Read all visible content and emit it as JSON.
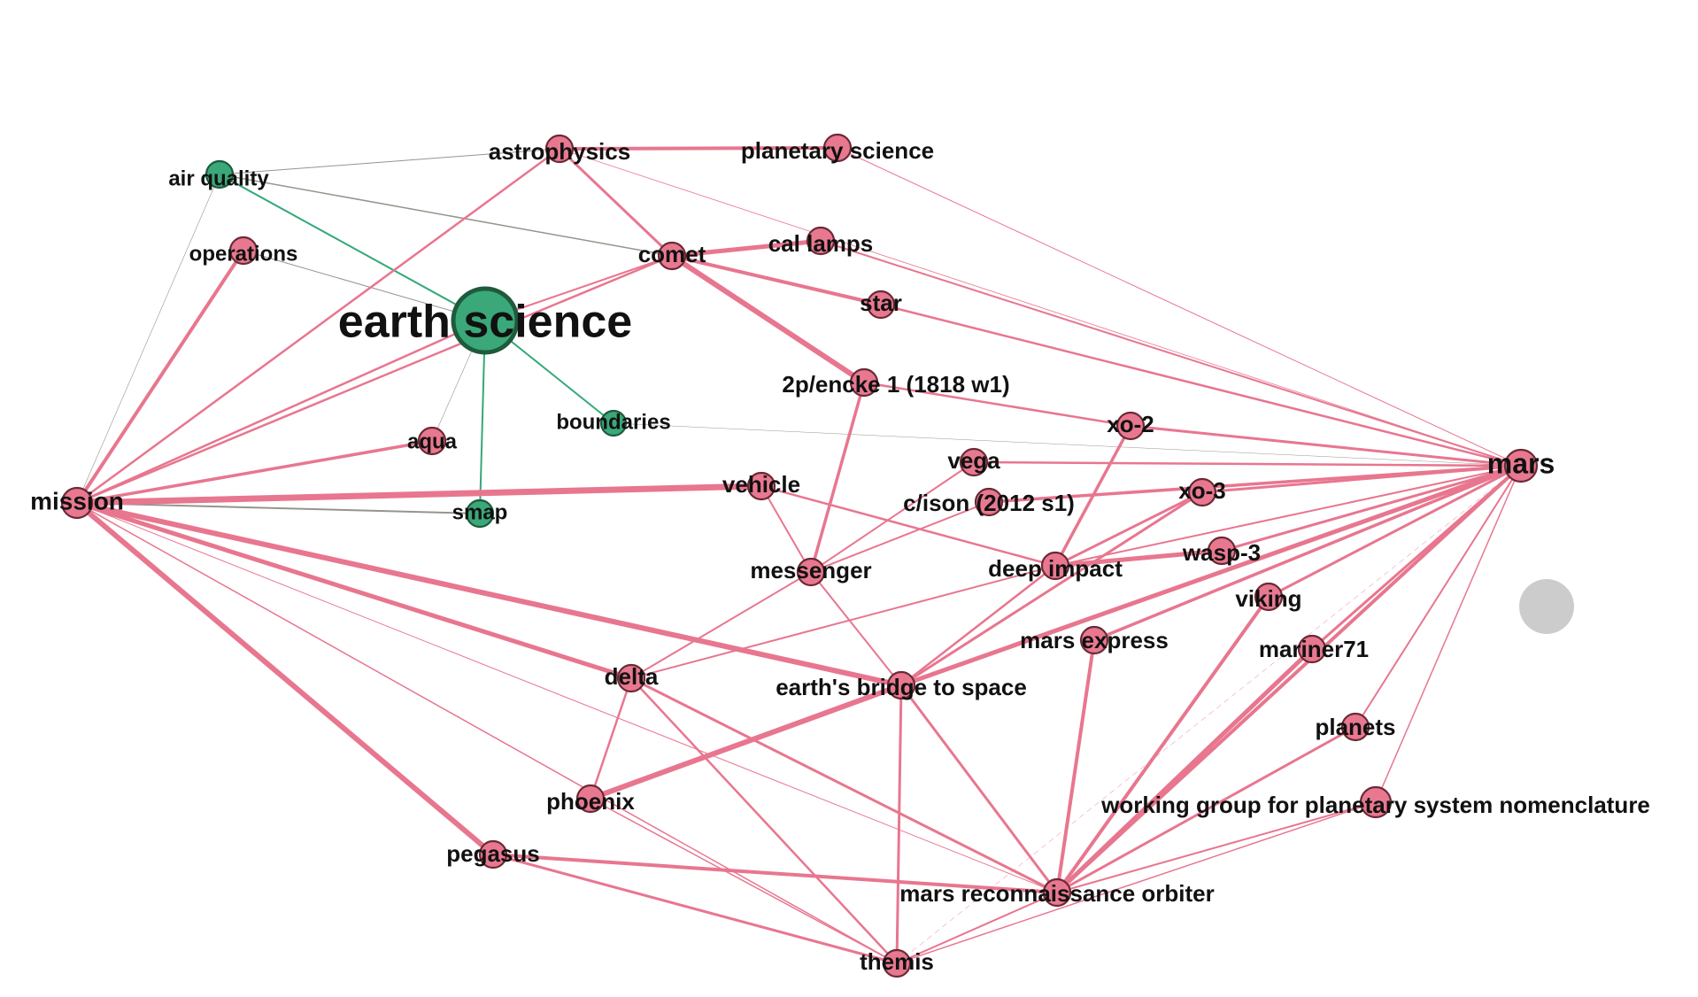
{
  "colors": {
    "pink": "#e8768f",
    "pink_node": "#e87890",
    "green": "#34a877",
    "green_node": "#3aa878",
    "gray_edge": "#8a8a80",
    "ghost": "#cccccc",
    "text": "#111111"
  },
  "nodes": [
    {
      "id": "earth-science",
      "label": "earth science",
      "group": "green",
      "importance": "hub"
    },
    {
      "id": "air-quality",
      "label": "air quality",
      "group": "green"
    },
    {
      "id": "boundaries",
      "label": "boundaries",
      "group": "green"
    },
    {
      "id": "smap",
      "label": "smap",
      "group": "green"
    },
    {
      "id": "astrophysics",
      "label": "astrophysics",
      "group": "pink"
    },
    {
      "id": "planetary-science",
      "label": "planetary science",
      "group": "pink"
    },
    {
      "id": "operations",
      "label": "operations",
      "group": "pink"
    },
    {
      "id": "comet",
      "label": "comet",
      "group": "pink"
    },
    {
      "id": "cal-lamps",
      "label": "cal lamps",
      "group": "pink"
    },
    {
      "id": "star",
      "label": "star",
      "group": "pink"
    },
    {
      "id": "encke",
      "label": "2p/encke 1 (1818 w1)",
      "group": "pink"
    },
    {
      "id": "aqua",
      "label": "aqua",
      "group": "pink"
    },
    {
      "id": "xo-2",
      "label": "xo-2",
      "group": "pink"
    },
    {
      "id": "mars",
      "label": "mars",
      "group": "pink",
      "importance": "major"
    },
    {
      "id": "mission",
      "label": "mission",
      "group": "pink",
      "importance": "major"
    },
    {
      "id": "vega",
      "label": "vega",
      "group": "pink"
    },
    {
      "id": "vehicle",
      "label": "vehicle",
      "group": "pink"
    },
    {
      "id": "cison",
      "label": "c/ison (2012 s1)",
      "group": "pink"
    },
    {
      "id": "xo-3",
      "label": "xo-3",
      "group": "pink"
    },
    {
      "id": "messenger",
      "label": "messenger",
      "group": "pink"
    },
    {
      "id": "deep-impact",
      "label": "deep impact",
      "group": "pink"
    },
    {
      "id": "wasp-3",
      "label": "wasp-3",
      "group": "pink"
    },
    {
      "id": "viking",
      "label": "viking",
      "group": "pink"
    },
    {
      "id": "mars-express",
      "label": "mars express",
      "group": "pink"
    },
    {
      "id": "mariner71",
      "label": "mariner71",
      "group": "pink"
    },
    {
      "id": "delta",
      "label": "delta",
      "group": "pink"
    },
    {
      "id": "earths-bridge",
      "label": "earth's bridge to space",
      "group": "pink"
    },
    {
      "id": "planets",
      "label": "planets",
      "group": "pink"
    },
    {
      "id": "phoenix",
      "label": "phoenix",
      "group": "pink"
    },
    {
      "id": "wgpsn",
      "label": "working group for planetary system nomenclature",
      "group": "pink"
    },
    {
      "id": "pegasus",
      "label": "pegasus",
      "group": "pink"
    },
    {
      "id": "mro",
      "label": "mars reconnaissance orbiter",
      "group": "pink"
    },
    {
      "id": "themis",
      "label": "themis",
      "group": "pink"
    }
  ],
  "edges": [
    {
      "source": "air-quality",
      "target": "earth-science",
      "color": "green",
      "weight": 2
    },
    {
      "source": "earth-science",
      "target": "boundaries",
      "color": "green",
      "weight": 2
    },
    {
      "source": "earth-science",
      "target": "smap",
      "color": "green",
      "weight": 2
    },
    {
      "source": "air-quality",
      "target": "astrophysics",
      "color": "gray",
      "weight": 1
    },
    {
      "source": "air-quality",
      "target": "comet",
      "color": "gray",
      "weight": 1.5
    },
    {
      "source": "air-quality",
      "target": "mission",
      "color": "gray",
      "weight": 0.6
    },
    {
      "source": "operations",
      "target": "earth-science",
      "color": "gray",
      "weight": 1
    },
    {
      "source": "earth-science",
      "target": "aqua",
      "color": "gray",
      "weight": 0.6
    },
    {
      "source": "mission",
      "target": "smap",
      "color": "gray",
      "weight": 2
    },
    {
      "source": "boundaries",
      "target": "mars",
      "color": "gray",
      "weight": 0.5
    },
    {
      "source": "astrophysics",
      "target": "planetary-science",
      "color": "pink",
      "weight": 4
    },
    {
      "source": "astrophysics",
      "target": "comet",
      "color": "pink",
      "weight": 3
    },
    {
      "source": "astrophysics",
      "target": "mission",
      "color": "pink",
      "weight": 2.5
    },
    {
      "source": "astrophysics",
      "target": "mars",
      "color": "pink",
      "weight": 0.8
    },
    {
      "source": "planetary-science",
      "target": "mars",
      "color": "pink",
      "weight": 1
    },
    {
      "source": "comet",
      "target": "cal-lamps",
      "color": "pink",
      "weight": 5
    },
    {
      "source": "comet",
      "target": "star",
      "color": "pink",
      "weight": 4
    },
    {
      "source": "comet",
      "target": "encke",
      "color": "pink",
      "weight": 6
    },
    {
      "source": "comet",
      "target": "mission",
      "color": "pink",
      "weight": 2.5
    },
    {
      "source": "comet",
      "target": "earth-science",
      "color": "pink",
      "weight": 2
    },
    {
      "source": "cal-lamps",
      "target": "mars",
      "color": "pink",
      "weight": 2
    },
    {
      "source": "star",
      "target": "mars",
      "color": "pink",
      "weight": 2.5
    },
    {
      "source": "encke",
      "target": "xo-2",
      "color": "pink",
      "weight": 2.5
    },
    {
      "source": "encke",
      "target": "messenger",
      "color": "pink",
      "weight": 3.5
    },
    {
      "source": "xo-2",
      "target": "mars",
      "color": "pink",
      "weight": 3
    },
    {
      "source": "xo-2",
      "target": "deep-impact",
      "color": "pink",
      "weight": 3.5
    },
    {
      "source": "operations",
      "target": "mission",
      "color": "pink",
      "weight": 4
    },
    {
      "source": "earth-science",
      "target": "mission",
      "color": "pink",
      "weight": 2.5
    },
    {
      "source": "aqua",
      "target": "mission",
      "color": "pink",
      "weight": 3.5
    },
    {
      "source": "mission",
      "target": "vehicle",
      "color": "pink",
      "weight": 7
    },
    {
      "source": "mission",
      "target": "delta",
      "color": "pink",
      "weight": 5
    },
    {
      "source": "mission",
      "target": "earths-bridge",
      "color": "pink",
      "weight": 6
    },
    {
      "source": "mission",
      "target": "pegasus",
      "color": "pink",
      "weight": 6
    },
    {
      "source": "mission",
      "target": "themis",
      "color": "pink",
      "weight": 1.5
    },
    {
      "source": "mission",
      "target": "mro",
      "color": "pink",
      "weight": 1
    },
    {
      "source": "vega",
      "target": "mars",
      "color": "pink",
      "weight": 2.5
    },
    {
      "source": "vega",
      "target": "messenger",
      "color": "pink",
      "weight": 2
    },
    {
      "source": "vehicle",
      "target": "messenger",
      "color": "pink",
      "weight": 2
    },
    {
      "source": "vehicle",
      "target": "deep-impact",
      "color": "pink",
      "weight": 2.5
    },
    {
      "source": "cison",
      "target": "mars",
      "color": "pink",
      "weight": 3.5
    },
    {
      "source": "cison",
      "target": "messenger",
      "color": "pink",
      "weight": 2
    },
    {
      "source": "xo-3",
      "target": "mars",
      "color": "pink",
      "weight": 3
    },
    {
      "source": "xo-3",
      "target": "deep-impact",
      "color": "pink",
      "weight": 3
    },
    {
      "source": "messenger",
      "target": "delta",
      "color": "pink",
      "weight": 2
    },
    {
      "source": "messenger",
      "target": "earths-bridge",
      "color": "pink",
      "weight": 2
    },
    {
      "source": "deep-impact",
      "target": "wasp-3",
      "color": "pink",
      "weight": 5
    },
    {
      "source": "deep-impact",
      "target": "delta",
      "color": "pink",
      "weight": 2
    },
    {
      "source": "deep-impact",
      "target": "earths-bridge",
      "color": "pink",
      "weight": 2.5
    },
    {
      "source": "wasp-3",
      "target": "mars",
      "color": "pink",
      "weight": 3
    },
    {
      "source": "viking",
      "target": "mars",
      "color": "pink",
      "weight": 3
    },
    {
      "source": "viking",
      "target": "mro",
      "color": "pink",
      "weight": 4
    },
    {
      "source": "mars-express",
      "target": "mars",
      "color": "pink",
      "weight": 3.5
    },
    {
      "source": "mars-express",
      "target": "mro",
      "color": "pink",
      "weight": 4
    },
    {
      "source": "mariner71",
      "target": "mars",
      "color": "pink",
      "weight": 3
    },
    {
      "source": "mariner71",
      "target": "mro",
      "color": "pink",
      "weight": 5
    },
    {
      "source": "planets",
      "target": "mars",
      "color": "pink",
      "weight": 2
    },
    {
      "source": "planets",
      "target": "mro",
      "color": "pink",
      "weight": 3
    },
    {
      "source": "wgpsn",
      "target": "mars",
      "color": "pink",
      "weight": 1.5
    },
    {
      "source": "wgpsn",
      "target": "mro",
      "color": "pink",
      "weight": 2
    },
    {
      "source": "earths-bridge",
      "target": "mars",
      "color": "pink",
      "weight": 5
    },
    {
      "source": "earths-bridge",
      "target": "phoenix",
      "color": "pink",
      "weight": 6
    },
    {
      "source": "earths-bridge",
      "target": "themis",
      "color": "pink",
      "weight": 3
    },
    {
      "source": "earths-bridge",
      "target": "mro",
      "color": "pink",
      "weight": 3
    },
    {
      "source": "delta",
      "target": "phoenix",
      "color": "pink",
      "weight": 2.5
    },
    {
      "source": "delta",
      "target": "themis",
      "color": "pink",
      "weight": 2.5
    },
    {
      "source": "delta",
      "target": "mro",
      "color": "pink",
      "weight": 3
    },
    {
      "source": "phoenix",
      "target": "themis",
      "color": "pink",
      "weight": 1.5
    },
    {
      "source": "pegasus",
      "target": "mro",
      "color": "pink",
      "weight": 4
    },
    {
      "source": "pegasus",
      "target": "themis",
      "color": "pink",
      "weight": 3
    },
    {
      "source": "mro",
      "target": "mars",
      "color": "pink",
      "weight": 4
    },
    {
      "source": "mro",
      "target": "themis",
      "color": "pink",
      "weight": 2
    },
    {
      "source": "themis",
      "target": "mars",
      "color": "pink",
      "weight": 0.5,
      "dashed": true
    },
    {
      "source": "wgpsn",
      "target": "themis",
      "color": "pink",
      "weight": 1.5
    },
    {
      "source": "deep-impact",
      "target": "mars",
      "color": "pink",
      "weight": 2
    },
    {
      "source": "earths-bridge",
      "target": "xo-3",
      "color": "pink",
      "weight": 3
    }
  ]
}
